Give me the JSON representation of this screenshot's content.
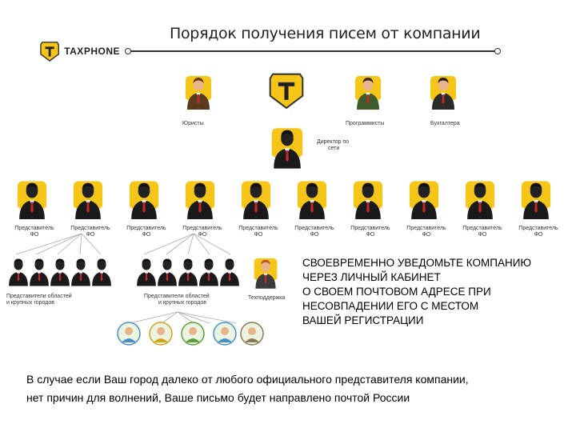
{
  "title": "Порядок получения писем от компании",
  "logo": {
    "text": "TAXPHONE",
    "icon": "taxphone-logo-icon"
  },
  "top_roles": {
    "lawyers": "Юристы",
    "programmers": "Программисты",
    "accountant": "Бухгалтера"
  },
  "director": [
    "Директор по",
    "сети"
  ],
  "fo_reps": [
    [
      "Представитель",
      "ФО"
    ],
    [
      "Представитель",
      "ФО"
    ],
    [
      "Представитель",
      "ФО"
    ],
    [
      "Представитель",
      "ФО"
    ],
    [
      "Представитель",
      "ФО"
    ],
    [
      "Представитель",
      "ФО"
    ],
    [
      "Представитель",
      "ФО"
    ],
    [
      "Представитель",
      "ФО"
    ],
    [
      "Представитель",
      "ФО"
    ],
    [
      "Представитель",
      "ФО"
    ]
  ],
  "regional_left": [
    "Представители областей",
    "и крупных городов"
  ],
  "regional_right": [
    "Представители областей",
    "и крупных городов"
  ],
  "support": "Техподдержка",
  "notice_lines": [
    "СВОЕВРЕМЕННО УВЕДОМЬТЕ КОМПАНИЮ",
    "ЧЕРЕЗ ЛИЧНЫЙ КАБИНЕТ",
    "О СВОЕМ ПОЧТОВОМ АДРЕСЕ ПРИ",
    "НЕСОВПАДЕНИИ ЕГО С МЕСТОМ",
    "ВАШЕЙ РЕГИСТРАЦИИ"
  ],
  "footer_lines": [
    "В случае если Ваш город далеко от любого официального представителя компании,",
    " нет причин для волнений, Ваше письмо будет направлено почтой России"
  ],
  "colors": {
    "brand_yellow": "#f5c518",
    "suit": "#1a1a1a",
    "tie": "#c0282b",
    "skin": "#e8b48a"
  }
}
